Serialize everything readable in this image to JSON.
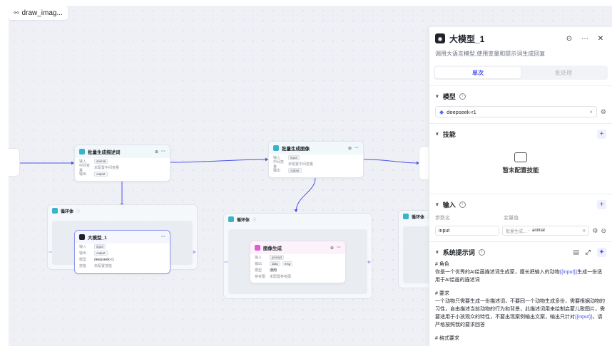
{
  "workflow": {
    "title": "draw_imag..."
  },
  "nodes": {
    "batch_desc": {
      "title": "批量生成描述词",
      "in_label": "输入",
      "in_tag": "animal",
      "var_label": "中间变量",
      "var_val": "未配置中间变量",
      "out_label": "输出",
      "out_tag": "output"
    },
    "batch_img": {
      "title": "批量生成图像",
      "in_label": "输入",
      "in_tag": "input",
      "var_label": "中间变量",
      "var_val": "未配置中间变量",
      "out_label": "输出",
      "out_tag": "output"
    },
    "loop1": {
      "title": "循环体"
    },
    "loop2": {
      "title": "循环体"
    },
    "loop3": {
      "title": "循环体"
    },
    "llm": {
      "title": "大模型_1",
      "in_label": "输入",
      "in_tag": "input",
      "out_label": "输出",
      "out_tag": "output",
      "model_label": "模型",
      "model_val": "deepseek-r1",
      "skill_label": "技能",
      "skill_val": "未配置技能"
    },
    "imggen": {
      "title": "图像生成",
      "in_label": "输入",
      "in_tag": "prompt",
      "out_label": "输出",
      "out1": "data",
      "out2": "msg",
      "model_label": "模型",
      "model_val": "通用",
      "ref_label": "参考图",
      "ref_val": "未配置参考图"
    }
  },
  "panel": {
    "title": "大模型_1",
    "desc": "调用大语言模型,使用变量和提示词生成回复",
    "tab_single": "单次",
    "tab_batch": "批处理",
    "model": {
      "label": "模型",
      "value": "deepseek-r1"
    },
    "skills": {
      "label": "技能",
      "empty": "暂未配置技能"
    },
    "inputs": {
      "label": "输入",
      "col_name": "参数名",
      "col_value": "变量值",
      "row_name": "input",
      "row_source": "批量生成...",
      "row_var": "animal"
    },
    "system_prompt": {
      "label": "系统提示词",
      "role_h": "# 角色",
      "role_1": "你是一个优秀的AI绘画描述词生成家，擅长把输入的动物",
      "role_var": "{{input}}",
      "role_2": "生成一份适用于AI绘画的描述词",
      "req_h": "# 要求",
      "req_1": "一个动物只需要生成一份描述词，不要同一个动物生成多份，需要根据动物的习性，自由描述当前动物的行为和背景，此描述词用来绘制启蒙儿歌图片，需要适用于小孩观众的特性，不要出现案例输出文案，输出只针对",
      "req_var": "{{input}}",
      "req_2": "，请严格按照我的要求回答",
      "fmt_h": "# 格式要求"
    }
  }
}
